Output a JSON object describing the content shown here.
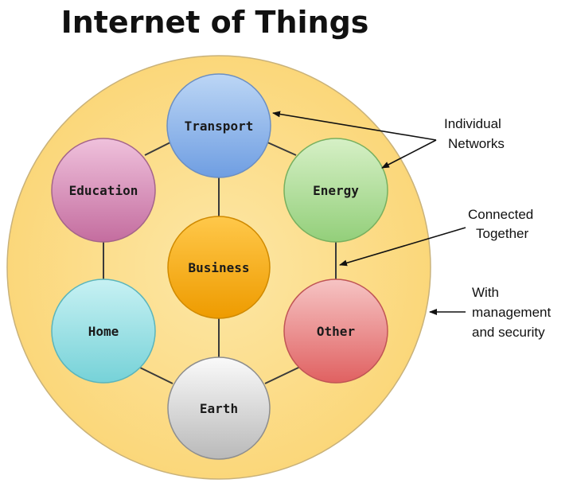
{
  "title": "Internet of Things",
  "nodes": {
    "transport": "Transport",
    "energy": "Energy",
    "education": "Education",
    "business": "Business",
    "home": "Home",
    "other": "Other",
    "earth": "Earth"
  },
  "annotations": {
    "individual_line1": "Individual",
    "individual_line2": "Networks",
    "connected_line1": "Connected",
    "connected_line2": "Together",
    "management_line1": "With",
    "management_line2": "management",
    "management_line3": "and security"
  }
}
